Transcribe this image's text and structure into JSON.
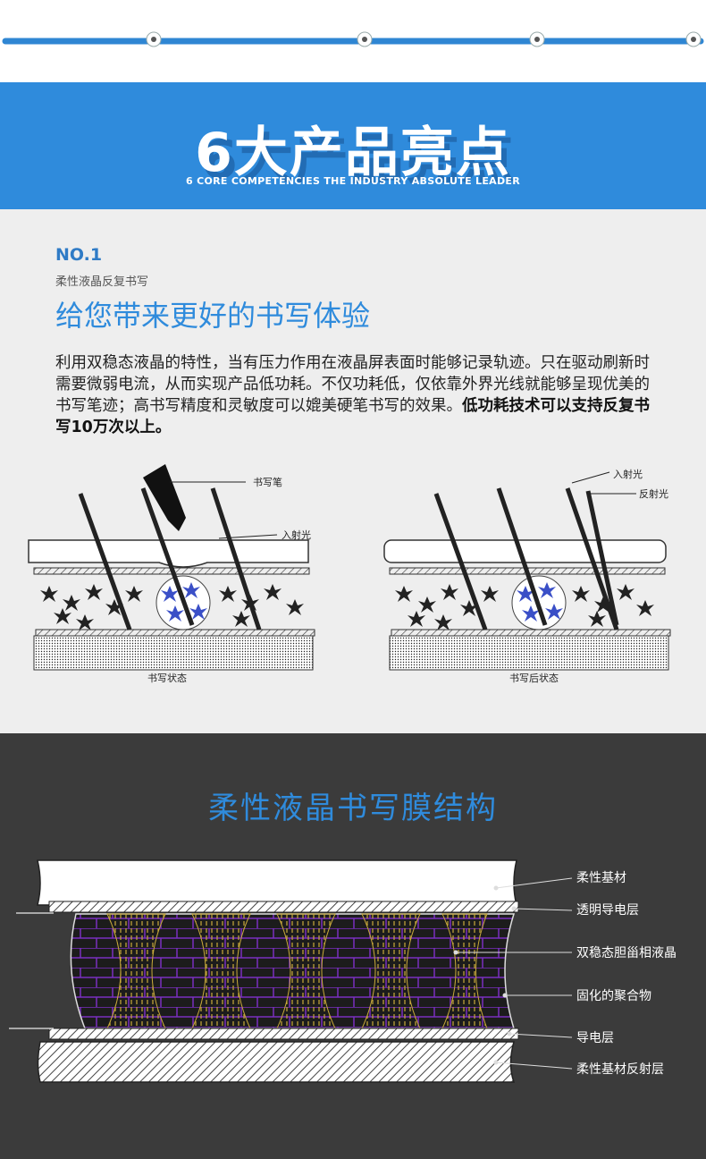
{
  "hero": {
    "title": "6大产品亮点",
    "subtitle": "6 CORE COMPETENCIES  THE INDUSTRY ABSOLUTE LEADER"
  },
  "section1": {
    "number": "NO.1",
    "subtitle": "柔性液晶反复书写",
    "heading": "给您带来更好的书写体验",
    "paragraph": "利用双稳态液晶的特性，当有压力作用在液晶屏表面时能够记录轨迹。只在驱动刷新时需要微弱电流，从而实现产品低功耗。不仅功耗低，仅依靠外界光线就能够呈现优美的书写笔迹；高书写精度和灵敏度可以媲美硬笔书写的效果。",
    "paragraph_bold": "低功耗技术可以支持反复书写10万次以上。",
    "diagram_left": {
      "pen_label": "书写笔",
      "light_label": "入射光",
      "caption": "书写状态"
    },
    "diagram_right": {
      "incident_label": "入射光",
      "reflect_label": "反射光",
      "caption": "书写后状态"
    }
  },
  "section2": {
    "heading": "柔性液晶书写膜结构",
    "layers": [
      "柔性基材",
      "透明导电层",
      "双稳态胆甾相液晶",
      "固化的聚合物",
      "导电层",
      "柔性基材反射层"
    ]
  },
  "colors": {
    "accent": "#2f8bdc",
    "dark_bg": "#3b3b3b",
    "light_bg": "#eeeeee",
    "crystal_blue": "#3a4fc7",
    "polymer_gold": "#c8a93a",
    "grid_purple": "#7a2fbf"
  }
}
